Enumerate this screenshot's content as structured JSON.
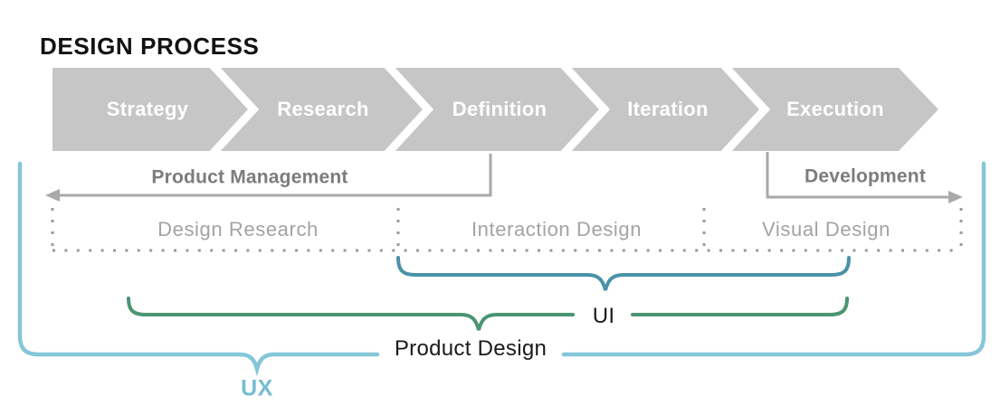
{
  "title": "DESIGN PROCESS",
  "steps": [
    "Strategy",
    "Research",
    "Definition",
    "Iteration",
    "Execution"
  ],
  "role_spans": {
    "product_management": {
      "label": "Product Management",
      "arrow_direction": "left"
    },
    "development": {
      "label": "Development",
      "arrow_direction": "right"
    }
  },
  "discipline_columns": [
    "Design Research",
    "Interaction Design",
    "Visual Design"
  ],
  "braces": {
    "ui": {
      "label": "UI",
      "color": "#4a92a8"
    },
    "product_design": {
      "label": "Product Design",
      "color": "#4b9474"
    },
    "ux": {
      "label": "UX",
      "color": "#85c6da"
    }
  },
  "colors": {
    "chevron_fill": "#c6c6c6",
    "chevron_text": "#ffffff",
    "bracket_line": "#a9a9a9",
    "bracket_text": "#7c7c7c",
    "dotted_line": "#9a9a9a",
    "column_text": "#a3a3a3",
    "ui_brace": "#4a92a8",
    "product_design_brace": "#4b9474",
    "ux_brace": "#85c6da",
    "ux_text": "#74bdd3",
    "title_text": "#121212",
    "brace_label_text": "#1a1a1a"
  }
}
